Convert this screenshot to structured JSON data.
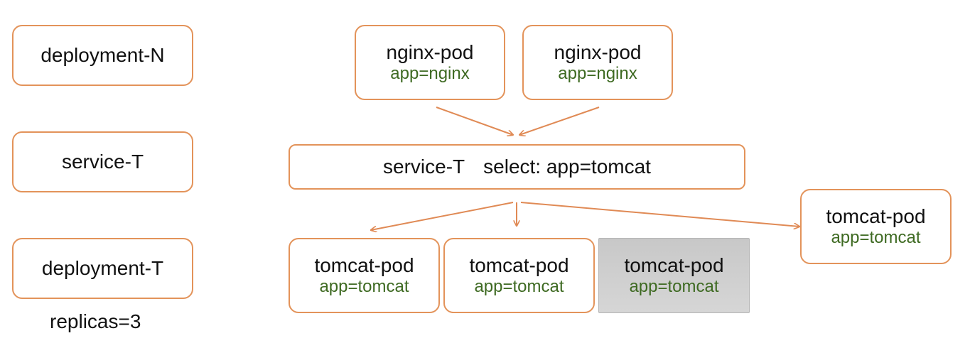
{
  "legend": {
    "deployment_n": "deployment-N",
    "service_t": "service-T",
    "deployment_t": "deployment-T",
    "replicas": "replicas=3"
  },
  "nginx_pods": [
    {
      "name": "nginx-pod",
      "label": "app=nginx"
    },
    {
      "name": "nginx-pod",
      "label": "app=nginx"
    }
  ],
  "service": {
    "name": "service-T",
    "selector": "select: app=tomcat"
  },
  "tomcat_pods": [
    {
      "name": "tomcat-pod",
      "label": "app=tomcat"
    },
    {
      "name": "tomcat-pod",
      "label": "app=tomcat"
    },
    {
      "name": "tomcat-pod",
      "label": "app=tomcat"
    },
    {
      "name": "tomcat-pod",
      "label": "app=tomcat"
    }
  ],
  "colors": {
    "border": "#e3935a",
    "arrow": "#e08a55",
    "label_text": "#3e6a22",
    "inactive_fill": "#cccccc"
  }
}
